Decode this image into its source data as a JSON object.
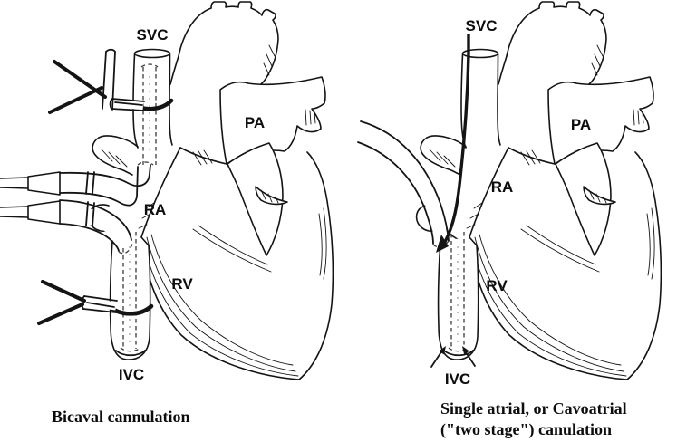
{
  "colors": {
    "paper": "#ffffff",
    "ink": "#141414"
  },
  "left_panel": {
    "caption": "Bicaval cannulation",
    "labels": {
      "svc": "SVC",
      "pa": "PA",
      "ra": "RA",
      "rv": "RV",
      "ivc": "IVC"
    }
  },
  "right_panel": {
    "caption_line1": "Single atrial, or Cavoatrial",
    "caption_line2": "(\"two stage\") canulation",
    "labels": {
      "svc": "SVC",
      "pa": "PA",
      "ra": "RA",
      "rv": "RV",
      "ivc": "IVC"
    }
  }
}
